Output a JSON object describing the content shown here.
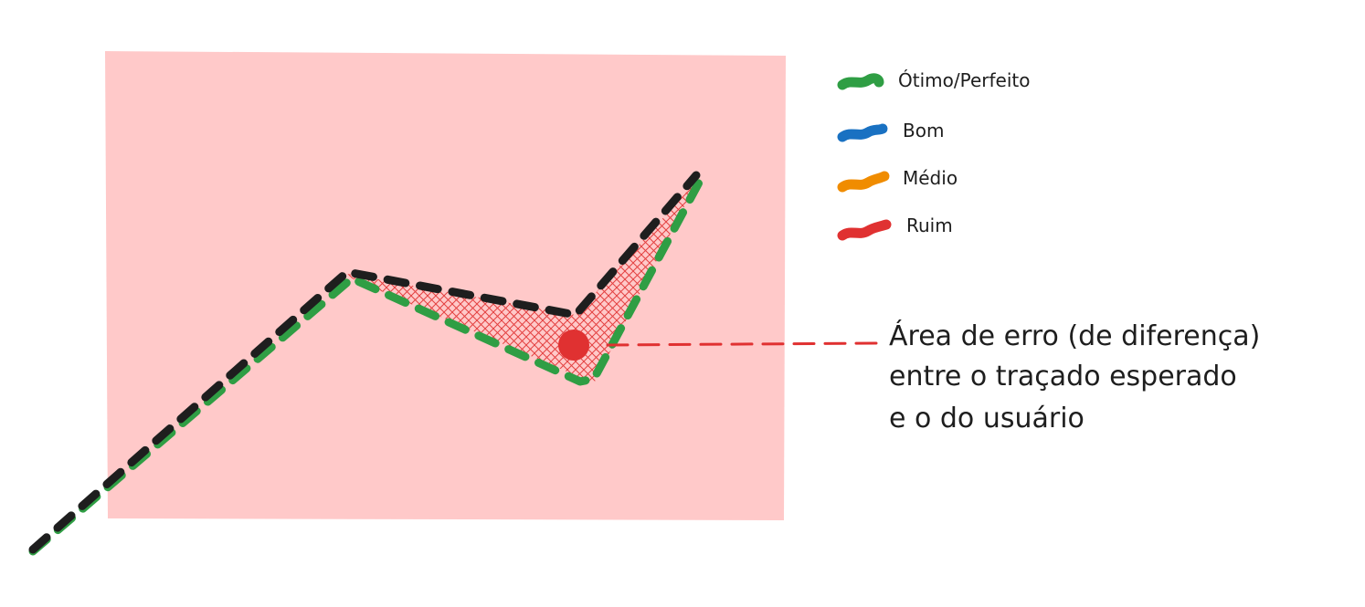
{
  "colors": {
    "background": "#ffffff",
    "panel": "#ffc9c9",
    "expected_path": "#2f9e44",
    "user_path": "#1e1e1e",
    "error_area": "#e03131",
    "error_point": "#e03131",
    "pointer_line": "#e03131",
    "text": "#1e1e1e"
  },
  "legend": {
    "items": [
      {
        "label": "Ótimo/Perfeito",
        "color": "#2f9e44",
        "icon": "green-stroke-icon"
      },
      {
        "label": "Bom",
        "color": "#1971c2",
        "icon": "blue-stroke-icon"
      },
      {
        "label": "Médio",
        "color": "#f08c00",
        "icon": "orange-stroke-icon"
      },
      {
        "label": "Ruim",
        "color": "#e03131",
        "icon": "red-stroke-icon"
      }
    ]
  },
  "annotation": {
    "lines": [
      "Área de erro (de diferença)",
      "entre o traçado esperado",
      "e o do usuário"
    ]
  }
}
